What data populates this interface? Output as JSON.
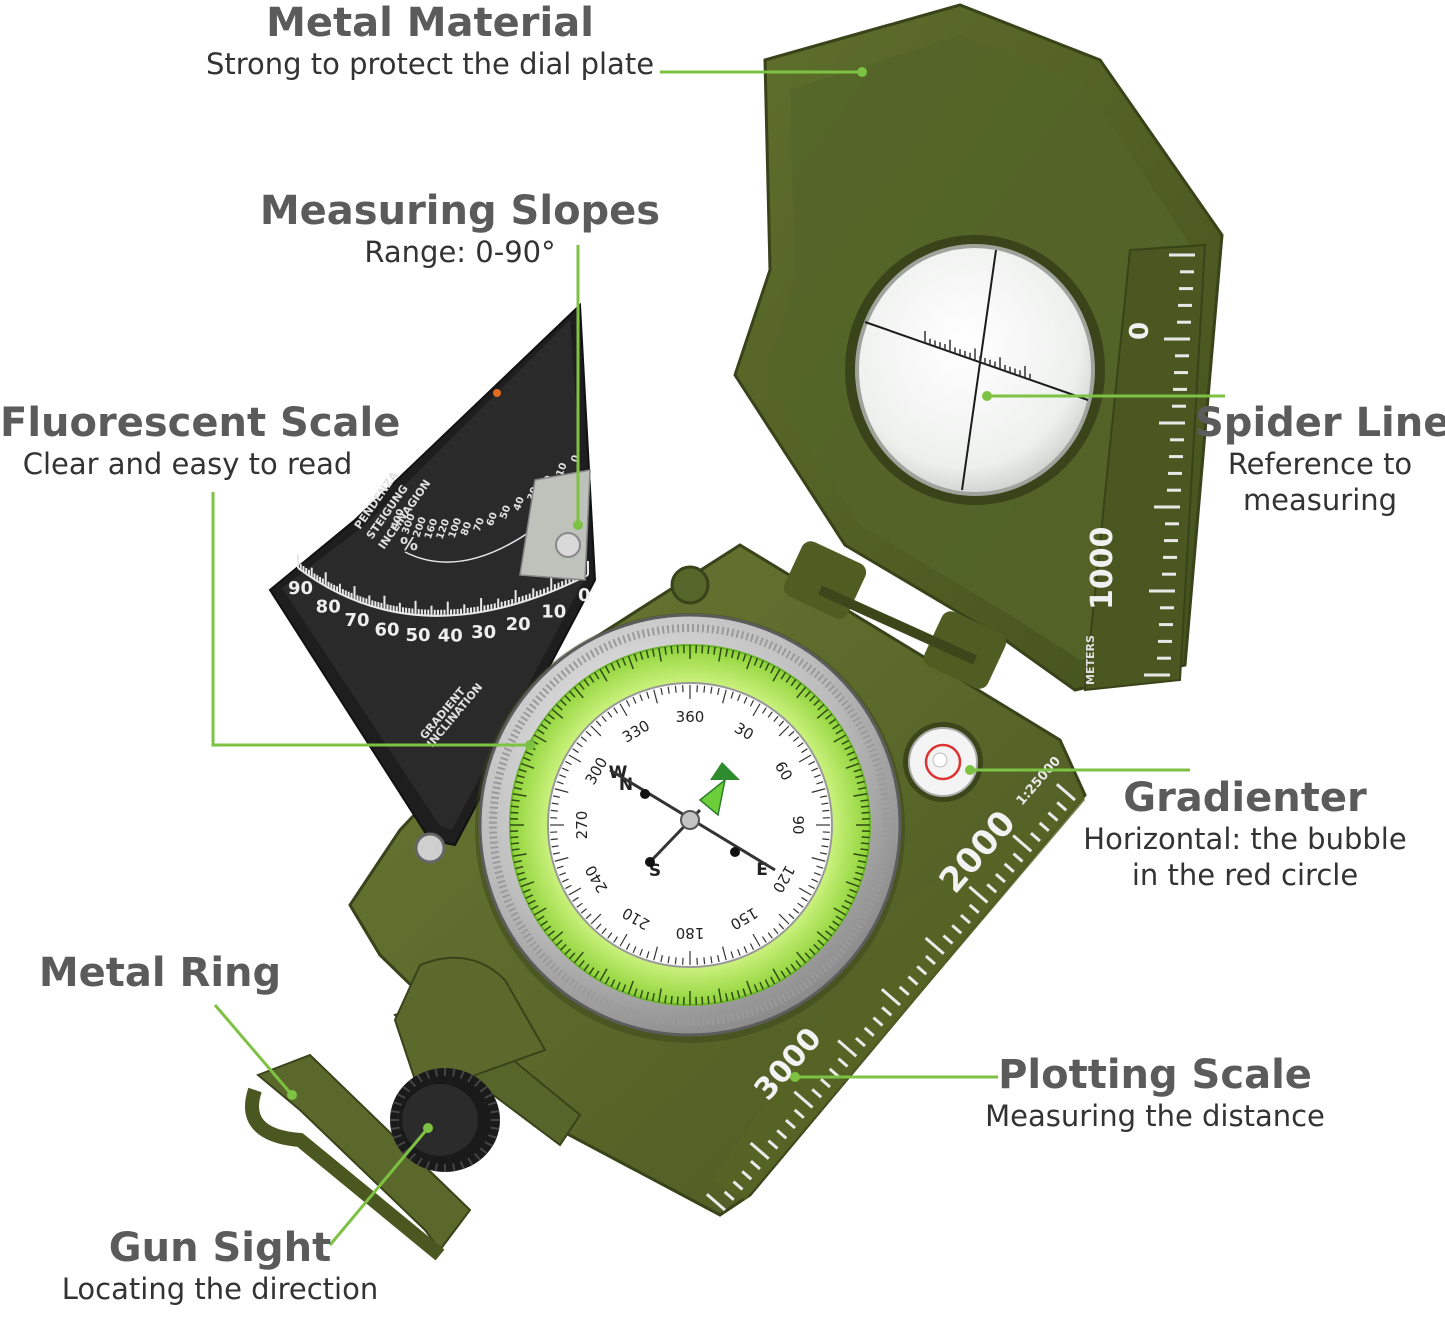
{
  "colors": {
    "leader_line": "#7dc242",
    "body_green": "#5d6b2e",
    "body_dark": "#48541f",
    "glow_ring": "#9be04a",
    "clinometer_black": "#1e1e1e",
    "label_grey": "#5b5b5b"
  },
  "labels": {
    "metal_material": {
      "title": "Metal Material",
      "desc": "Strong to protect the dial plate"
    },
    "measuring_slopes": {
      "title": "Measuring Slopes",
      "desc": "Range: 0-90°"
    },
    "fluorescent_scale": {
      "title": "Fluorescent Scale",
      "desc": "Clear and easy to read"
    },
    "spider_line": {
      "title": "Spider Line",
      "desc_line1": "Reference to",
      "desc_line2": "measuring"
    },
    "gradienter": {
      "title": "Gradienter",
      "desc_line1": "Horizontal: the bubble",
      "desc_line2": "in the red circle"
    },
    "metal_ring": {
      "title": "Metal Ring"
    },
    "plotting_scale": {
      "title": "Plotting Scale",
      "desc": "Measuring the distance"
    },
    "gun_sight": {
      "title": "Gun Sight",
      "desc": "Locating the direction"
    }
  },
  "compass_markings": {
    "lid_scale": [
      "0",
      "1000",
      "METERS"
    ],
    "base_scale": [
      "2000",
      "3000",
      "1:25000"
    ],
    "clinometer_outer": [
      "90",
      "80",
      "70",
      "60",
      "50",
      "40",
      "30",
      "20",
      "10",
      "0"
    ],
    "clinometer_inner": [
      "400",
      "300",
      "200",
      "160",
      "120",
      "100",
      "80",
      "70",
      "60",
      "50",
      "40",
      "30",
      "20",
      "10",
      "0"
    ],
    "clinometer_words": [
      "PENDENZA",
      "STEIGUNG",
      "INCLINAGION",
      "GRADIENT",
      "INCLINATION",
      "%"
    ],
    "dial_numbers": [
      "330",
      "360",
      "30",
      "60",
      "90",
      "120",
      "150",
      "180",
      "210",
      "240",
      "270",
      "300"
    ],
    "dial_letters": [
      "N",
      "E",
      "S",
      "W"
    ]
  }
}
